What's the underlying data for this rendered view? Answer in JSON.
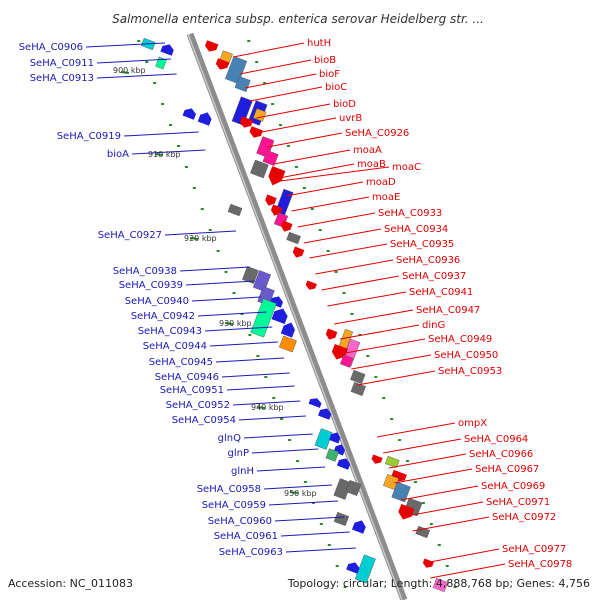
{
  "title": "Salmonella enterica subsp. enterica serovar Heidelberg str. ...",
  "accession": "Accession: NC_011083",
  "topology": "Topology: circular; Length: 4,888,768 bp; Genes: 4,756",
  "colors": {
    "backbone": "#8c8c8c",
    "left_labels": "#1a1ab4",
    "right_labels": "#e00000",
    "dots": "#2a8a2a"
  },
  "scale_ticks": [
    "900 kbp",
    "910 kbp",
    "920 kbp",
    "930 kbp",
    "940 kbp",
    "950 kbp"
  ],
  "left_labels": [
    "SeHA_C0906",
    "SeHA_C0911",
    "SeHA_C0913",
    "SeHA_C0919",
    "bioA",
    "SeHA_C0927",
    "SeHA_C0938",
    "SeHA_C0939",
    "SeHA_C0940",
    "SeHA_C0942",
    "SeHA_C0943",
    "SeHA_C0944",
    "SeHA_C0945",
    "SeHA_C0946",
    "SeHA_C0951",
    "SeHA_C0952",
    "SeHA_C0954",
    "glnQ",
    "glnP",
    "glnH",
    "SeHA_C0958",
    "SeHA_C0959",
    "SeHA_C0960",
    "SeHA_C0961",
    "SeHA_C0963"
  ],
  "right_labels": [
    "hutH",
    "bioB",
    "bioF",
    "bioC",
    "bioD",
    "uvrB",
    "SeHA_C0926",
    "moaA",
    "moaB",
    "moaC",
    "moaD",
    "moaE",
    "SeHA_C0933",
    "SeHA_C0934",
    "SeHA_C0935",
    "SeHA_C0936",
    "SeHA_C0937",
    "SeHA_C0941",
    "SeHA_C0947",
    "dinG",
    "SeHA_C0949",
    "SeHA_C0950",
    "SeHA_C0953",
    "ompX",
    "SeHA_C0964",
    "SeHA_C0966",
    "SeHA_C0967",
    "SeHA_C0969",
    "SeHA_C0971",
    "SeHA_C0972",
    "SeHA_C0977",
    "SeHA_C0978"
  ],
  "forward_strand_features": [
    {
      "color": "#e60000",
      "shape": "arrow"
    },
    {
      "color": "#f5a623",
      "shape": "block"
    },
    {
      "color": "#4682b4",
      "shape": "block"
    },
    {
      "color": "#1e1edc",
      "shape": "block"
    },
    {
      "color": "#ff1493",
      "shape": "block"
    },
    {
      "color": "#696969",
      "shape": "block"
    },
    {
      "color": "#e60000",
      "shape": "arrow"
    },
    {
      "color": "#ff66cc",
      "shape": "block"
    },
    {
      "color": "#9acd32",
      "shape": "block"
    },
    {
      "color": "#00e5e5",
      "shape": "block"
    }
  ],
  "reverse_strand_features": [
    {
      "color": "#1e1edc",
      "shape": "arrow"
    },
    {
      "color": "#00ced1",
      "shape": "block"
    },
    {
      "color": "#696969",
      "shape": "block"
    },
    {
      "color": "#6a5acd",
      "shape": "block"
    },
    {
      "color": "#3cb371",
      "shape": "block"
    },
    {
      "color": "#00fa9a",
      "shape": "block"
    },
    {
      "color": "#ff8c00",
      "shape": "block"
    },
    {
      "color": "#8b8b00",
      "shape": "block"
    }
  ]
}
